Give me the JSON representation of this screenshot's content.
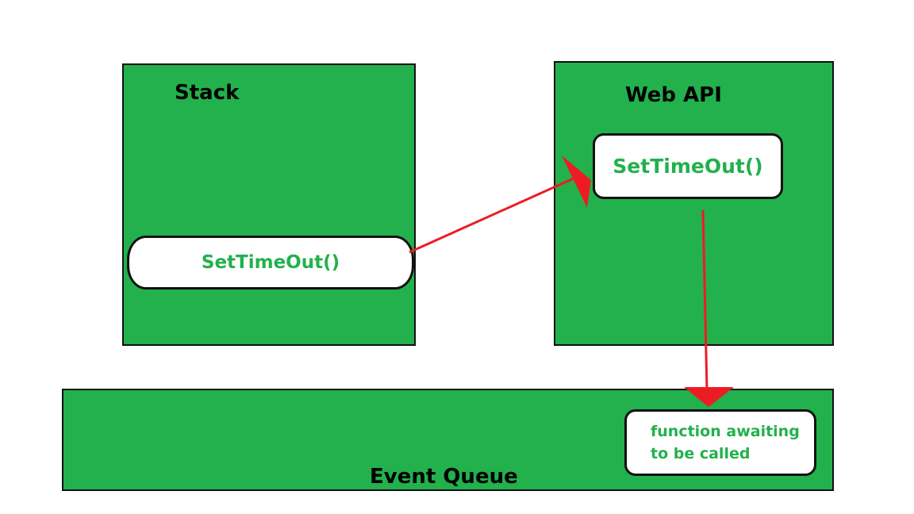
{
  "colors": {
    "panel_fill": "#22b14c",
    "chip_text": "#22b14c",
    "arrow": "#ed1c24",
    "border": "#111111"
  },
  "stack": {
    "title": "Stack",
    "call": "SetTimeOut()"
  },
  "web_api": {
    "title": "Web API",
    "call": "SetTimeOut()"
  },
  "event_queue": {
    "title": "Event Queue",
    "callback_line1": "function awaiting",
    "callback_line2": "to be called"
  }
}
